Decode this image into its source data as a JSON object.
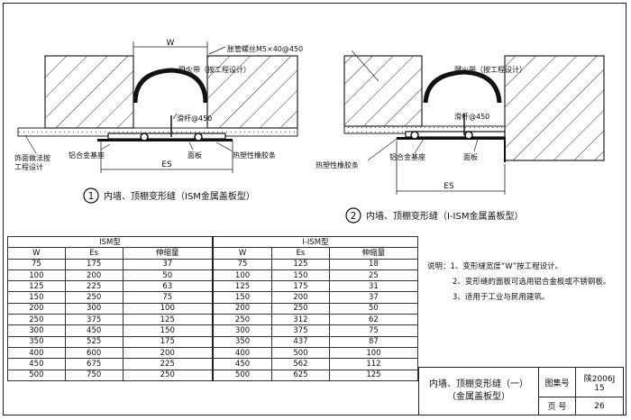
{
  "fig1": {
    "dim_w": "W",
    "dim_es": "ES",
    "bolt": "胀管螺丝M5×40@450",
    "fire_belt": "阻火带（按工程设计）",
    "slide_bar": "滑杆@450",
    "base": "铝合金基座",
    "panel": "面板",
    "rubber": "热塑性橡胶条",
    "finish": [
      "饰面做法按",
      "工程设计"
    ],
    "caption_no": "1",
    "caption": "内墙、顶棚变形缝（ISM金属盖板型）"
  },
  "fig2": {
    "fire_belt": "阻火带（按工程设计）",
    "slide_bar": "滑杆@450",
    "rubber": "热塑性橡胶条",
    "base": "铝合金基座",
    "panel": "面板",
    "dim_es": "ES",
    "caption_no": "2",
    "caption": "内墙、顶棚变形缝（I-ISM金属盖板型）"
  },
  "table": {
    "group1": "ISM型",
    "group2": "I-ISM型",
    "cols": [
      "W",
      "Es",
      "伸缩量",
      "W",
      "Es",
      "伸缩量"
    ],
    "rows": [
      [
        "75",
        "175",
        "37",
        "75",
        "125",
        "18"
      ],
      [
        "100",
        "200",
        "50",
        "100",
        "150",
        "25"
      ],
      [
        "125",
        "225",
        "63",
        "125",
        "175",
        "31"
      ],
      [
        "150",
        "250",
        "75",
        "150",
        "200",
        "37"
      ],
      [
        "200",
        "300",
        "100",
        "200",
        "250",
        "50"
      ],
      [
        "250",
        "375",
        "125",
        "250",
        "312",
        "62"
      ],
      [
        "300",
        "450",
        "150",
        "300",
        "375",
        "75"
      ],
      [
        "350",
        "525",
        "175",
        "350",
        "437",
        "87"
      ],
      [
        "400",
        "600",
        "200",
        "400",
        "500",
        "100"
      ],
      [
        "450",
        "675",
        "225",
        "450",
        "562",
        "112"
      ],
      [
        "500",
        "750",
        "250",
        "500",
        "625",
        "125"
      ]
    ]
  },
  "notes": [
    "说明：1、变形缝宽度“W”按工程设计。",
    "2、变形缝的面板可选用铝合金板或不锈钢板。",
    "3、适用于工业与民用建筑。"
  ],
  "title_block": {
    "title_line1": "内墙、顶棚变形缝（一）",
    "title_line2": "（金属盖板型）",
    "atlas_label": "图集号",
    "atlas_value": "陕2006J 15",
    "page_label": "页 号",
    "page_value": "26"
  }
}
